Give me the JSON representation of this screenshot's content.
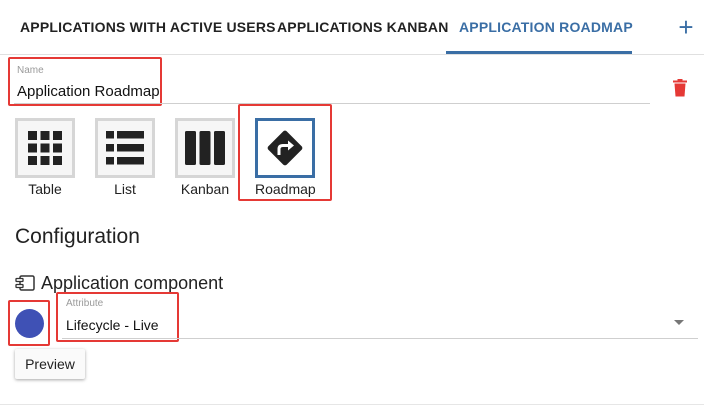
{
  "tabs": [
    {
      "label": "APPLICATIONS WITH ACTIVE USERS",
      "active": false
    },
    {
      "label": "APPLICATIONS KANBAN",
      "active": false
    },
    {
      "label": "APPLICATION ROADMAP",
      "active": true
    }
  ],
  "add_tab_symbol": "+",
  "name_field": {
    "label": "Name",
    "value": "Application Roadmap"
  },
  "delete_icon": "trash-icon",
  "view_options": [
    {
      "label": "Table",
      "icon": "grid-icon",
      "selected": false
    },
    {
      "label": "List",
      "icon": "list-icon",
      "selected": false
    },
    {
      "label": "Kanban",
      "icon": "columns-icon",
      "selected": false
    },
    {
      "label": "Roadmap",
      "icon": "roadmap-sign-icon",
      "selected": true
    }
  ],
  "configuration": {
    "title": "Configuration",
    "component_label": "Application component",
    "component_icon": "component-icon",
    "color": "#3f51b5",
    "attribute": {
      "label": "Attribute",
      "value": "Lifecycle - Live"
    }
  },
  "preview_label": "Preview",
  "colors": {
    "accent": "#3a6ea5",
    "delete": "#e53935",
    "highlight": "#e53935"
  }
}
